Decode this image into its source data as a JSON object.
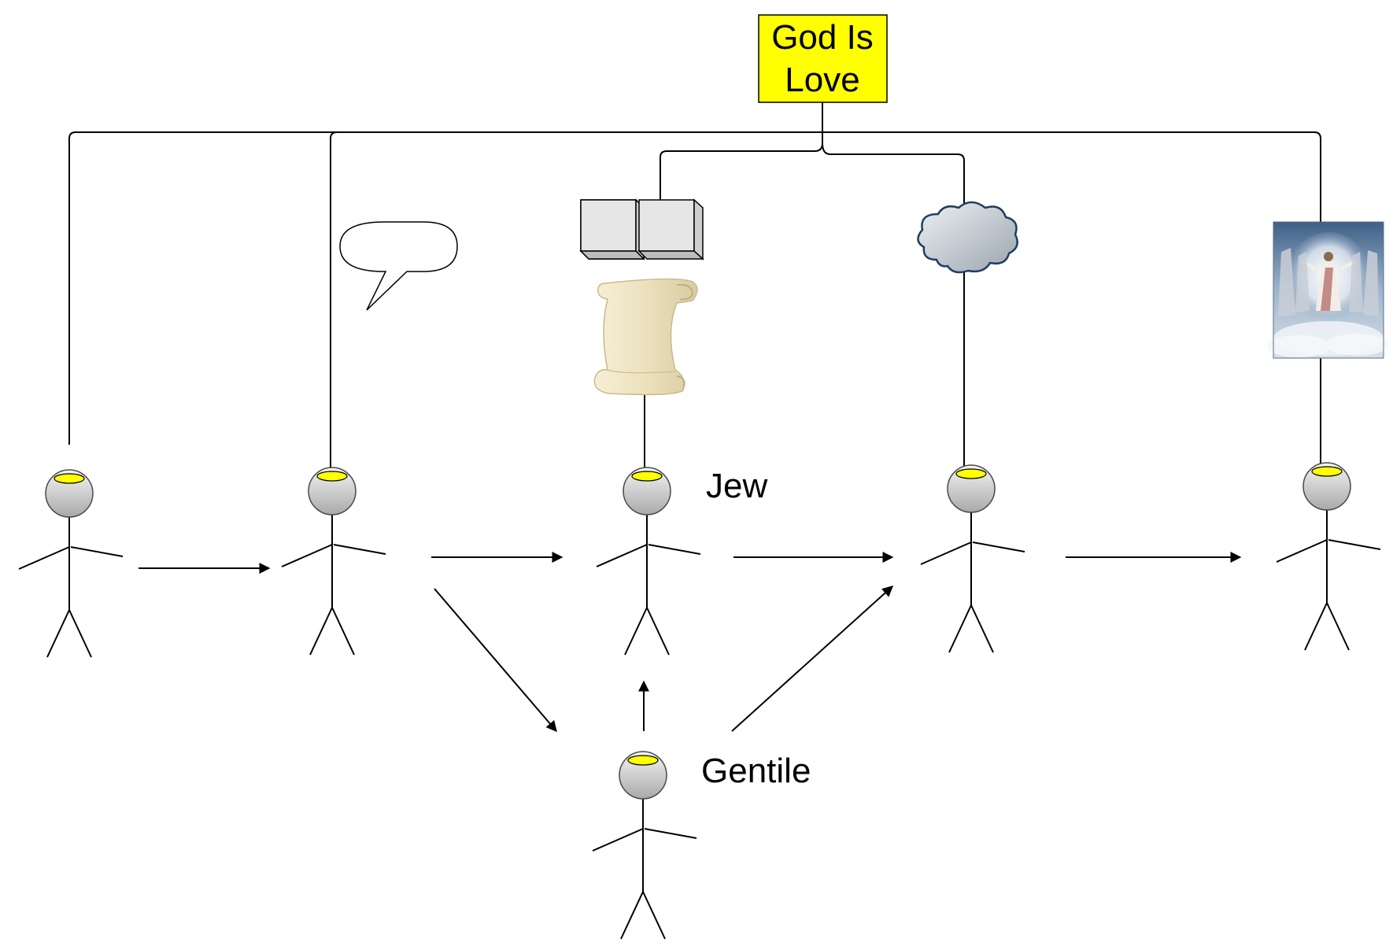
{
  "diagram": {
    "title_box": {
      "line1": "God Is",
      "line2": "Love",
      "fill": "#ffff00"
    },
    "labels": {
      "jew": "Jew",
      "gentile": "Gentile"
    },
    "colors": {
      "line": "#000000",
      "halo": "#ffff00",
      "head": "#d6d6d6",
      "scroll": "#efe6c6",
      "cloud": "#c6ccd2",
      "cloud_outline": "#1f3f5f",
      "tablet": "#e9e9e9"
    },
    "icons": [
      "speech-bubble-icon",
      "stone-tablets-icon",
      "scroll-icon",
      "cloud-icon",
      "painting-image"
    ]
  }
}
